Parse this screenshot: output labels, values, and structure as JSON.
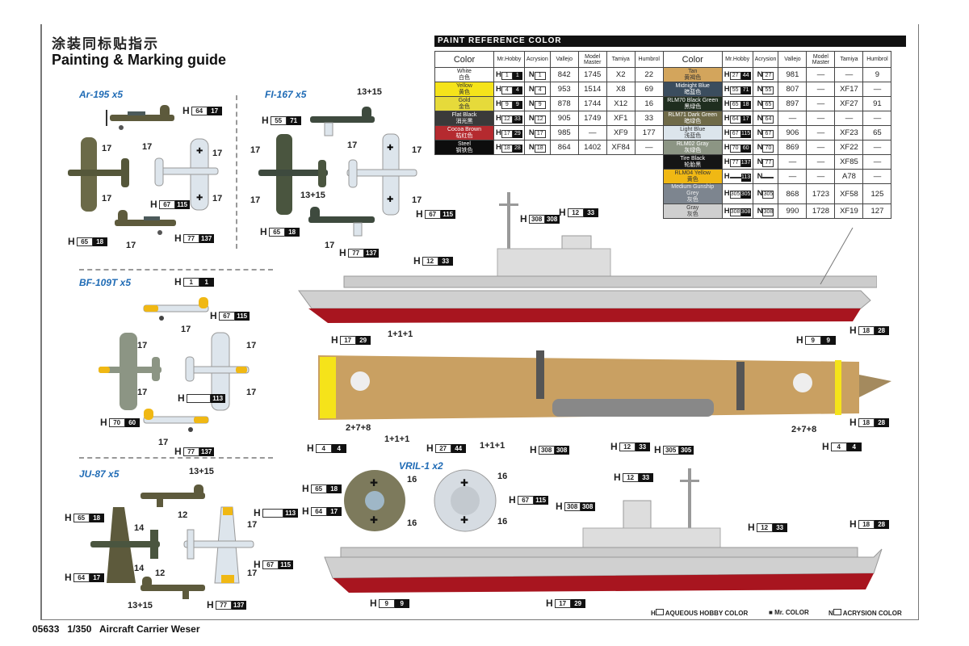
{
  "title_cn": "涂装同标贴指示",
  "title_en": "Painting & Marking guide",
  "sections": {
    "ar195": "Ar-195 x5",
    "fi167": "FI-167 x5",
    "bf109t": "BF-109T x5",
    "ju87": "JU-87 x5",
    "vril1": "VRIL-1 x2"
  },
  "paint_table": {
    "heading": "PAINT  REFERENCE COLOR",
    "columns": [
      "Color",
      "Mr.Hobby",
      "Acrysion",
      "Vallejo",
      "Model Master",
      "Tamiya",
      "Humbrol"
    ],
    "left_rows": [
      {
        "name": "White",
        "cn": "白色",
        "swatch": "#ffffff",
        "text": "#222",
        "h": "1",
        "hb": "1",
        "n": "1",
        "vallejo": "842",
        "mm": "1745",
        "tamiya": "X2",
        "humbrol": "22"
      },
      {
        "name": "Yellow",
        "cn": "黄色",
        "swatch": "#f5e31a",
        "text": "#333",
        "h": "4",
        "hb": "4",
        "n": "4",
        "vallejo": "953",
        "mm": "1514",
        "tamiya": "X8",
        "humbrol": "69"
      },
      {
        "name": "Gold",
        "cn": "金色",
        "swatch": "#e6da3a",
        "text": "#333",
        "h": "9",
        "hb": "9",
        "n": "9",
        "vallejo": "878",
        "mm": "1744",
        "tamiya": "X12",
        "humbrol": "16"
      },
      {
        "name": "Flat Black",
        "cn": "消光黑",
        "swatch": "#3a3a3a",
        "text": "#fff",
        "h": "12",
        "hb": "33",
        "n": "12",
        "vallejo": "905",
        "mm": "1749",
        "tamiya": "XF1",
        "humbrol": "33"
      },
      {
        "name": "Cocoa Brown",
        "cn": "枯红色",
        "swatch": "#b52a2f",
        "text": "#fff",
        "h": "17",
        "hb": "29",
        "n": "17",
        "vallejo": "985",
        "mm": "—",
        "tamiya": "XF9",
        "humbrol": "177"
      },
      {
        "name": "Steel",
        "cn": "钢铁色",
        "swatch": "#0d0d0d",
        "text": "#fff",
        "h": "18",
        "hb": "28",
        "n": "18",
        "vallejo": "864",
        "mm": "1402",
        "tamiya": "XF84",
        "humbrol": "—"
      }
    ],
    "right_rows": [
      {
        "name": "Tan",
        "cn": "黄褐色",
        "swatch": "#d3a55c",
        "text": "#333",
        "h": "27",
        "hb": "44",
        "n": "27",
        "vallejo": "981",
        "mm": "—",
        "tamiya": "—",
        "humbrol": "9"
      },
      {
        "name": "Midnight Blue",
        "cn": "暗蓝色",
        "swatch": "#3b4d5e",
        "text": "#fff",
        "h": "55",
        "hb": "71",
        "n": "55",
        "vallejo": "807",
        "mm": "—",
        "tamiya": "XF17",
        "humbrol": "—"
      },
      {
        "name": "RLM70 Black Green",
        "cn": "黑绿色",
        "swatch": "#1f2e1f",
        "text": "#fff",
        "h": "65",
        "hb": "18",
        "n": "65",
        "vallejo": "897",
        "mm": "—",
        "tamiya": "XF27",
        "humbrol": "91"
      },
      {
        "name": "RLM71 Dark Green",
        "cn": "暗绿色",
        "swatch": "#6f6a48",
        "text": "#fff",
        "h": "64",
        "hb": "17",
        "n": "64",
        "vallejo": "—",
        "mm": "—",
        "tamiya": "—",
        "humbrol": "—"
      },
      {
        "name": "Light Blue",
        "cn": "浅蓝色",
        "swatch": "#dce5ec",
        "text": "#333",
        "h": "67",
        "hb": "115",
        "n": "67",
        "vallejo": "906",
        "mm": "—",
        "tamiya": "XF23",
        "humbrol": "65"
      },
      {
        "name": "RLM02 Gray",
        "cn": "灰绿色",
        "swatch": "#8c9584",
        "text": "#fff",
        "h": "70",
        "hb": "60",
        "n": "70",
        "vallejo": "869",
        "mm": "—",
        "tamiya": "XF22",
        "humbrol": "—"
      },
      {
        "name": "Tire Black",
        "cn": "轮胎黑",
        "swatch": "#151515",
        "text": "#fff",
        "h": "77",
        "hb": "137",
        "n": "77",
        "vallejo": "—",
        "mm": "—",
        "tamiya": "XF85",
        "humbrol": "—"
      },
      {
        "name": "RLM04 Yellow",
        "cn": "黄色",
        "swatch": "#f0b814",
        "text": "#333",
        "h": "",
        "hb": "113",
        "n": "",
        "vallejo": "—",
        "mm": "—",
        "tamiya": "A78",
        "humbrol": "—"
      },
      {
        "name": "Medium Gunship Grey",
        "cn": "灰色",
        "swatch": "#7d858f",
        "text": "#eee",
        "h": "305",
        "hb": "305",
        "n": "305",
        "vallejo": "868",
        "mm": "1723",
        "tamiya": "XF58",
        "humbrol": "125"
      },
      {
        "name": "Gray",
        "cn": "灰色",
        "swatch": "#cfcfcf",
        "text": "#333",
        "h": "308",
        "hb": "308",
        "n": "308",
        "vallejo": "990",
        "mm": "1728",
        "tamiya": "XF19",
        "humbrol": "127"
      }
    ]
  },
  "callouts": {
    "ar195": [
      {
        "w": "64",
        "b": "17"
      },
      {
        "w": "67",
        "b": "115"
      },
      {
        "w": "65",
        "b": "18"
      },
      {
        "w": "77",
        "b": "137"
      }
    ],
    "ar195_numbers": [
      "17",
      "17",
      "17",
      "17",
      "17",
      "17"
    ],
    "fi167": [
      {
        "w": "55",
        "b": "71"
      },
      {
        "w": "65",
        "b": "18"
      },
      {
        "w": "67",
        "b": "115"
      },
      {
        "w": "77",
        "b": "137"
      }
    ],
    "fi167_numbers": [
      "13+15",
      "17",
      "17",
      "17",
      "17",
      "17",
      "13+15",
      "17"
    ],
    "bf109": [
      {
        "w": "1",
        "b": "1"
      },
      {
        "w": "67",
        "b": "115"
      },
      {
        "w": "",
        "b": "113"
      },
      {
        "w": "70",
        "b": "60"
      },
      {
        "w": "77",
        "b": "137"
      }
    ],
    "bf109_numbers": [
      "17",
      "17",
      "17",
      "17",
      "17",
      "17"
    ],
    "ju87": [
      {
        "w": "65",
        "b": "18"
      },
      {
        "w": "",
        "b": "113"
      },
      {
        "w": "64",
        "b": "17"
      },
      {
        "w": "67",
        "b": "115"
      },
      {
        "w": "77",
        "b": "137"
      }
    ],
    "ju87_numbers": [
      "13+15",
      "12",
      "14",
      "17",
      "14",
      "17",
      "12",
      "13+15"
    ],
    "vril": [
      {
        "w": "65",
        "b": "18"
      },
      {
        "w": "64",
        "b": "17"
      },
      {
        "w": "67",
        "b": "115"
      }
    ],
    "vril_numbers": [
      "16",
      "16",
      "16",
      "16"
    ],
    "ship_top": [
      {
        "w": "308",
        "b": "308"
      },
      {
        "w": "12",
        "b": "33"
      },
      {
        "w": "12",
        "b": "33"
      },
      {
        "w": "17",
        "b": "29"
      },
      {
        "w": "9",
        "b": "9"
      },
      {
        "w": "18",
        "b": "28"
      }
    ],
    "deck": [
      {
        "w": "4",
        "b": "4"
      },
      {
        "w": "27",
        "b": "44"
      },
      {
        "w": "308",
        "b": "308"
      },
      {
        "w": "12",
        "b": "33"
      },
      {
        "w": "305",
        "b": "305"
      },
      {
        "w": "18",
        "b": "28"
      },
      {
        "w": "4",
        "b": "4"
      }
    ],
    "deck_numbers": [
      "1+1+1",
      "2+7+8",
      "1+1+1",
      "1+1+1",
      "2+7+8"
    ],
    "ship_bottom": [
      {
        "w": "308",
        "b": "308"
      },
      {
        "w": "12",
        "b": "33"
      },
      {
        "w": "12",
        "b": "33"
      },
      {
        "w": "18",
        "b": "28"
      },
      {
        "w": "9",
        "b": "9"
      },
      {
        "w": "17",
        "b": "29"
      }
    ]
  },
  "legend": {
    "aqueous": "AQUEOUS HOBBY COLOR",
    "mr": "Mr. COLOR",
    "acrysion": "ACRYSION COLOR"
  },
  "footer": {
    "code": "05633",
    "scale": "1/350",
    "name": "Aircraft Carrier Weser"
  }
}
